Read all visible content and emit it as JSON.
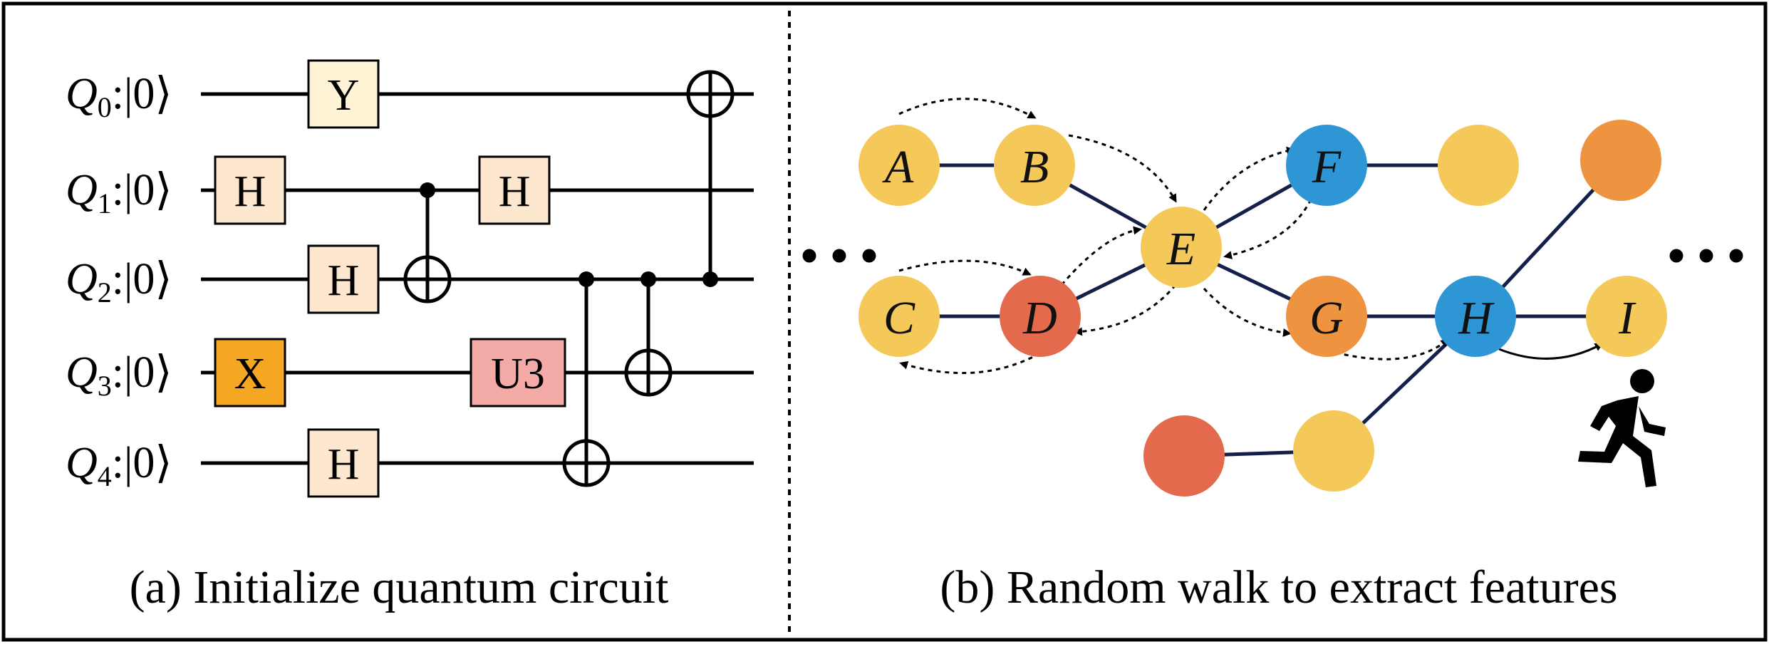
{
  "panel_a": {
    "caption": "(a) Initialize quantum circuit",
    "qubits": [
      {
        "label": "Q",
        "sub": "0",
        "state": ":|0⟩"
      },
      {
        "label": "Q",
        "sub": "1",
        "state": ":|0⟩"
      },
      {
        "label": "Q",
        "sub": "2",
        "state": ":|0⟩"
      },
      {
        "label": "Q",
        "sub": "3",
        "state": ":|0⟩"
      },
      {
        "label": "Q",
        "sub": "4",
        "state": ":|0⟩"
      }
    ],
    "gates": [
      {
        "label": "Y",
        "qubit": 0,
        "color": "#fff3d6"
      },
      {
        "label": "H",
        "qubit": 1,
        "color": "#fde8cf"
      },
      {
        "label": "H",
        "qubit": 1,
        "color": "#fde8cf"
      },
      {
        "label": "H",
        "qubit": 2,
        "color": "#fde8cf"
      },
      {
        "label": "X",
        "qubit": 3,
        "color": "#f5a623"
      },
      {
        "label": "U3",
        "qubit": 3,
        "color": "#f4aaa7"
      },
      {
        "label": "H",
        "qubit": 4,
        "color": "#fde8cf"
      }
    ],
    "controlled_gates": [
      {
        "control": 1,
        "target": 2
      },
      {
        "control": 2,
        "target": 4
      },
      {
        "control": 2,
        "target": 3
      },
      {
        "control": 2,
        "target": 0
      }
    ]
  },
  "panel_b": {
    "caption": "(b) Random walk to extract features",
    "ellipsis_left": "• • •",
    "ellipsis_right": "• • •",
    "nodes": [
      {
        "label": "A",
        "color": "#f5c85a"
      },
      {
        "label": "B",
        "color": "#f5c85a"
      },
      {
        "label": "C",
        "color": "#f5c85a"
      },
      {
        "label": "D",
        "color": "#e46a4e"
      },
      {
        "label": "E",
        "color": "#f5c85a"
      },
      {
        "label": "F",
        "color": "#2f96d6"
      },
      {
        "label": "G",
        "color": "#ee9440"
      },
      {
        "label": "H",
        "color": "#2f96d6"
      },
      {
        "label": "I",
        "color": "#f5c85a"
      },
      {
        "label": "",
        "color": "#f5c85a"
      },
      {
        "label": "",
        "color": "#ee9440"
      },
      {
        "label": "",
        "color": "#e46a4e"
      },
      {
        "label": "",
        "color": "#f5c85a"
      }
    ],
    "walker_icon": "running-person-icon"
  },
  "colors": {
    "edge": "#14204a",
    "frame": "#000000"
  }
}
